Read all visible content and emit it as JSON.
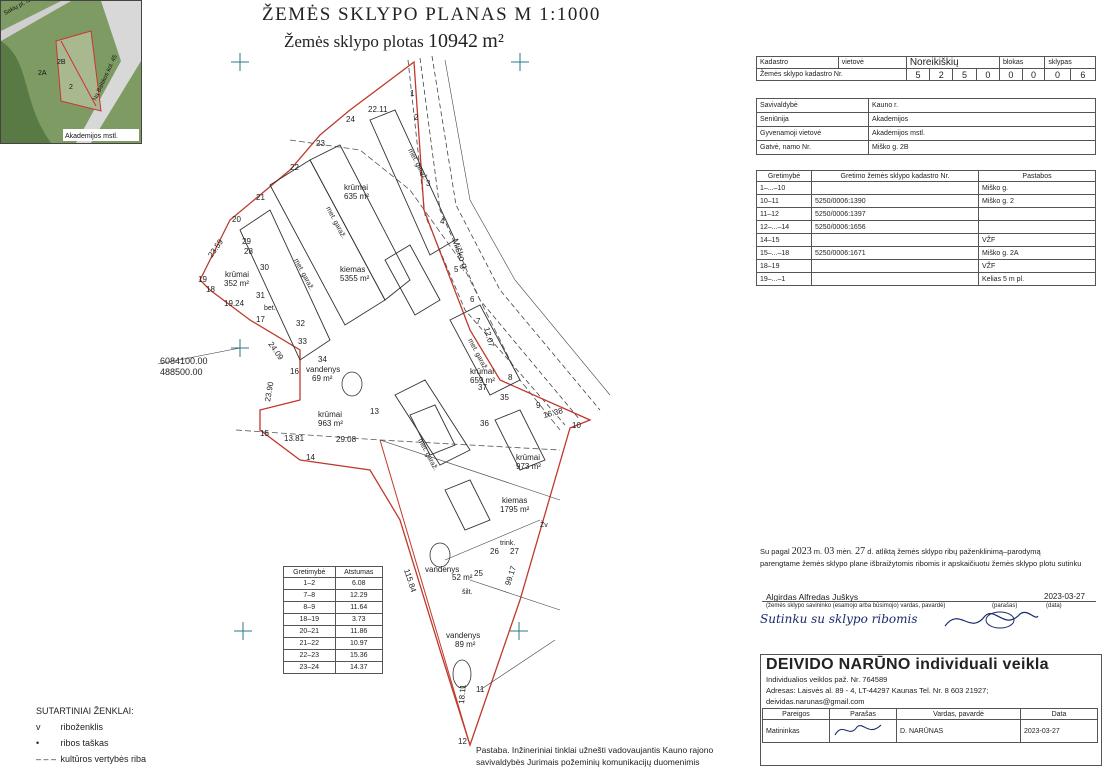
{
  "header": {
    "title": "ŽEMĖS SKLYPO PLANAS M 1:1000",
    "area_label": "Žemės sklypo plotas",
    "area_value": "10942",
    "area_unit": "m²"
  },
  "inset_map": {
    "labels": [
      "Sakių pl. Nr 140",
      "Na Baltikos kol. 45",
      "2B",
      "2A",
      "2",
      "Akademijos mstl."
    ]
  },
  "cadastre": {
    "label_kadastro": "Kadastro",
    "label_vietove": "vietovė",
    "vietove_value": "Noreikiškių",
    "label_blokas": "blokas",
    "label_sklypas": "sklypas",
    "label_number": "Žemės sklypo kadastro Nr.",
    "number_digits": [
      "5",
      "2",
      "5",
      "0",
      "0",
      "0",
      "0",
      "6"
    ]
  },
  "address": [
    {
      "label": "Savivaldybė",
      "value": "Kauno r."
    },
    {
      "label": "Seniūnija",
      "value": "Akademijos"
    },
    {
      "label": "Gyvenamoji vietovė",
      "value": "Akademijos mstl."
    },
    {
      "label": "Gatvė, namo Nr.",
      "value": "Miško g. 2B"
    }
  ],
  "neighbours": {
    "headers": [
      "Gretimybė",
      "Gretimo žemės sklypo kadastro Nr.",
      "Pastabos"
    ],
    "rows": [
      [
        "1–...–10",
        "",
        "Miško g."
      ],
      [
        "10–11",
        "5250/0006:1390",
        "Miško g. 2"
      ],
      [
        "11–12",
        "5250/0006:1397",
        ""
      ],
      [
        "12–...–14",
        "5250/0006:1656",
        ""
      ],
      [
        "14–15",
        "",
        "VŽF"
      ],
      [
        "15–...–18",
        "5250/0006:1671",
        "Miško g. 2A"
      ],
      [
        "18–19",
        "",
        "VŽF"
      ],
      [
        "19–...–1",
        "",
        "Kelias 5 m pl."
      ]
    ]
  },
  "distances": {
    "headers": [
      "Gretimybė",
      "Atstumas"
    ],
    "rows": [
      [
        "1–2",
        "6.08"
      ],
      [
        "7–8",
        "12.29"
      ],
      [
        "8–9",
        "11.64"
      ],
      [
        "18–19",
        "3.73"
      ],
      [
        "20–21",
        "11.86"
      ],
      [
        "21–22",
        "10.97"
      ],
      [
        "22–23",
        "15.36"
      ],
      [
        "23–24",
        "14.37"
      ]
    ]
  },
  "coordinates": {
    "north": "6084100.00",
    "east": "488500.00"
  },
  "map_labels": {
    "kiemas1": "kiemas",
    "kiemas1_area": "5355 m²",
    "kiemas2": "kiemas",
    "kiemas2_area": "1795 m²",
    "krumai1": "krūmai",
    "krumai1_area": "635 m²",
    "krumai2": "krūmai",
    "krumai2_area": "352 m²",
    "krumai3": "krūmai",
    "krumai3_area": "963 m²",
    "krumai4": "krūmai",
    "krumai4_area": "659 m²",
    "krumai5": "krūmai",
    "krumai5_area": "973 m²",
    "vandenys1": "vandenys",
    "vandenys1_area": "69 m²",
    "vandenys2": "vandenys",
    "vandenys2_area": "52 m²",
    "vandenys3": "vandenys",
    "vandenys3_area": "89 m²",
    "garaz": "met. garaž.",
    "street": "Miško g.",
    "bet": "bet.",
    "zv": "Žv",
    "sil": "šilt.",
    "trink": "trink."
  },
  "map_dimensions": [
    "22.11",
    "23.59",
    "19.24",
    "24.09",
    "23.90",
    "13.81",
    "29.08",
    "16.38",
    "12.07",
    "115.84",
    "99.17",
    "18.11"
  ],
  "point_numbers": [
    "1",
    "2",
    "3",
    "4",
    "5",
    "6",
    "7",
    "8",
    "9",
    "10",
    "11",
    "12",
    "13",
    "14",
    "15",
    "16",
    "17",
    "18",
    "19",
    "20",
    "21",
    "22",
    "23",
    "24",
    "25",
    "26",
    "27",
    "28",
    "29",
    "30",
    "31",
    "32",
    "33",
    "34",
    "35",
    "36",
    "37"
  ],
  "legend": {
    "title": "SUTARTINIAI ŽENKLAI:",
    "items": [
      {
        "symbol": "v",
        "text": "ribоženklis"
      },
      {
        "symbol": "•",
        "text": "ribos taškas"
      },
      {
        "symbol": "– – –",
        "text": "kultūros vertybės riba"
      }
    ]
  },
  "note": "Pastaba. Inžineriniai tinklai užnešti vadovaujantis Kauno rajono savivaldybės Jurimais požeminių komunikacijų duomenimis",
  "agreement": {
    "prefix": "Su pagal",
    "year": "2023",
    "m_label": "m.",
    "month": "03",
    "men_label": "mėn.",
    "day": "27",
    "text1": "d. atliktą žemės sklypo ribų paženklinimą–parodymą",
    "text2": "parengtame žemės sklypo plane išbraižytomis ribomis ir apskaičiuotu žemės sklypo plotu sutinku",
    "signer_name": "Algirdas Alfredas Juškys",
    "signer_date": "2023-03-27",
    "signer_caption": "(žemės sklypo savininko (esamojo arba būsimojo) vardas, pavardė)",
    "sign_caption": "(parašas)",
    "date_caption": "(data)",
    "handwriting": "Sutinku su sklypo ribomis"
  },
  "company": {
    "name": "DEIVIDO NARŪNO individuali veikla",
    "license": "Individualios veiklos paž. Nr. 764589",
    "address": "Adresas: Laisvės al. 89 - 4, LT-44297 Kaunas  Tel. Nr. 8 603 21927;",
    "email": "deividas.narunas@gmail.com"
  },
  "signatures": {
    "headers": [
      "Pareigos",
      "Parašas",
      "Vardas, pavardė",
      "Data"
    ],
    "row": [
      "Matininkas",
      "",
      "D. NARŪNAS",
      "2023-03-27"
    ]
  }
}
